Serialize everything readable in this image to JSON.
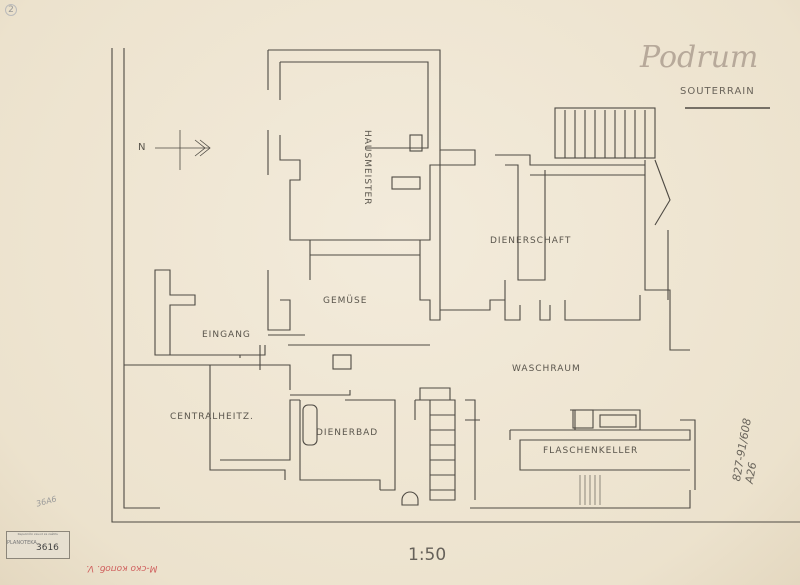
{
  "sheet": {
    "sheet_number": "2",
    "title": "Podrum",
    "subtitle": "SOUTERRAIN",
    "scale": "1:50",
    "catalog_number": "827-91/608 A26",
    "pencil_note": "36A6",
    "red_note": "M-ско копоб. V.",
    "stamp": {
      "header": "Republički zavod za zaštitu",
      "org": "PLANOTEKA",
      "number": "3616"
    }
  },
  "north_arrow": {
    "label": "N"
  },
  "rooms": {
    "hausmeister": "HAUSMEISTER",
    "dienerschaft": "DIENERSCHAFT",
    "gemuese": "GEMÜSE",
    "eingang": "EINGANG",
    "waschraum": "WASCHRAUM",
    "centralheitz": "CENTRALHEITZ.",
    "dienerbad": "DIENERBAD",
    "flaschenkeller": "FLASCHENKELLER"
  },
  "colors": {
    "paper": "#efe6d3",
    "ink": "#4a4640",
    "red": "#d0605e"
  }
}
